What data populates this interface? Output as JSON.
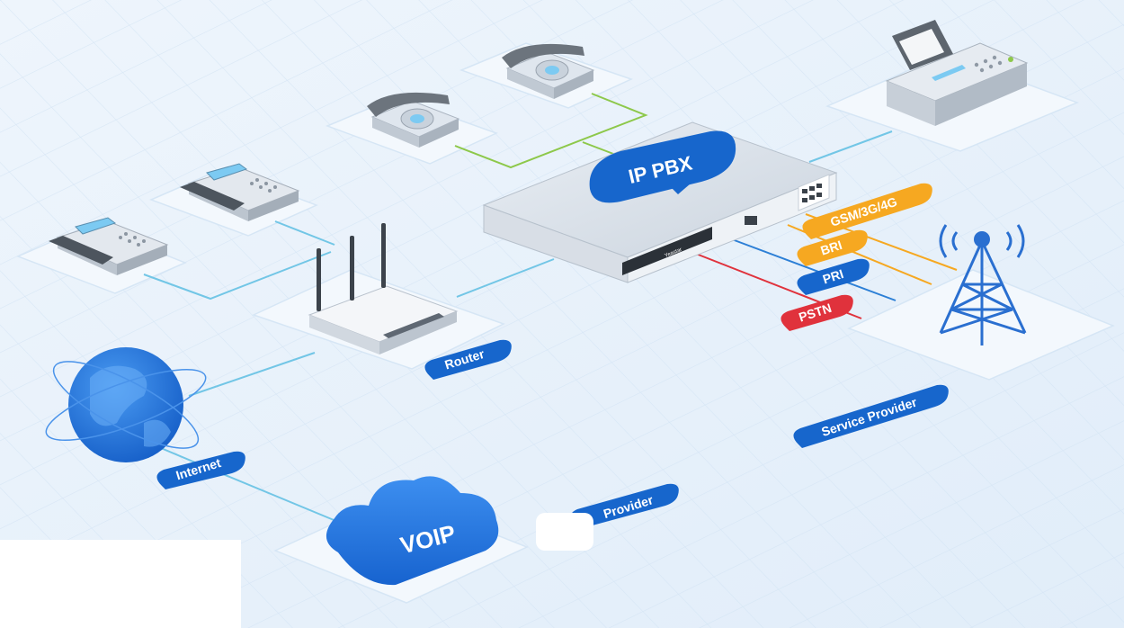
{
  "nodes": {
    "ip_pbx": "IP PBX",
    "voip": "VOIP"
  },
  "labels": {
    "router": "Router",
    "internet": "Internet",
    "provider": "Provider",
    "service_provider": "Service Provider",
    "gsm": "GSM/3G/4G",
    "bri": "BRI",
    "pri": "PRI",
    "pstn": "PSTN"
  },
  "colors": {
    "background": "#e6f1fb",
    "label_blue": "#1766cc",
    "label_orange": "#f6a821",
    "label_red": "#e0323c",
    "line_green": "#8dc84a",
    "line_lightblue": "#72c6e6",
    "line_orange": "#f6a821",
    "line_red": "#e0323c",
    "line_blue": "#2c7fd6"
  }
}
